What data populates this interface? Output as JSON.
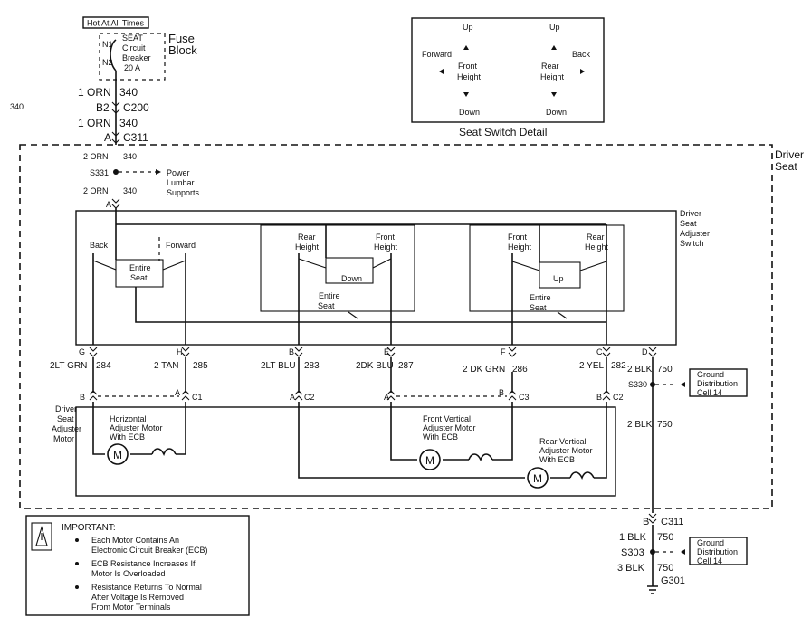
{
  "header": {
    "hot_at_all_times": "Hot At All Times",
    "fuse_block_line1": "Fuse",
    "fuse_block_line2": "Block",
    "breaker_pin1": "N1",
    "breaker_pin2": "N2",
    "breaker_label": [
      "SEAT",
      "Circuit",
      "Breaker",
      "20 A"
    ],
    "side_number": "340"
  },
  "feed_wires": [
    {
      "wire": "1 ORN",
      "circuit": "340"
    },
    {
      "pin": "B2",
      "connector": "C200"
    },
    {
      "wire": "1 ORN",
      "circuit": "340"
    },
    {
      "pin": "A",
      "connector": "C311"
    }
  ],
  "switch_detail": {
    "caption": "Seat Switch Detail",
    "up_left": "Up",
    "up_right": "Up",
    "forward": "Forward",
    "back": "Back",
    "front_height": [
      "Front",
      "Height"
    ],
    "rear_height": [
      "Rear",
      "Height"
    ],
    "down_left": "Down",
    "down_right": "Down"
  },
  "driver_seat": [
    "Driver",
    "Seat"
  ],
  "splice": {
    "top_wire": "2 ORN",
    "top_circuit": "340",
    "splice_id": "S331",
    "branch": [
      "Power",
      "Lumbar",
      "Supports"
    ],
    "bottom_wire": "2 ORN",
    "bottom_circuit": "340",
    "pin": "A"
  },
  "switch": {
    "title": [
      "Driver",
      "Seat",
      "Adjuster",
      "Switch"
    ],
    "back": "Back",
    "forward": "Forward",
    "entire_seat_1": [
      "Entire",
      "Seat"
    ],
    "rear_height_1": [
      "Rear",
      "Height"
    ],
    "front_height_1": [
      "Front",
      "Height"
    ],
    "down": "Down",
    "entire_seat_2": [
      "Entire",
      "Seat"
    ],
    "front_height_2": [
      "Front",
      "Height"
    ],
    "rear_height_2": [
      "Rear",
      "Height"
    ],
    "up": "Up",
    "entire_seat_3": [
      "Entire",
      "Seat"
    ]
  },
  "switch_pins": [
    {
      "pin": "G",
      "wire": "2LT GRN",
      "circuit": "284"
    },
    {
      "pin": "H",
      "wire": "2 TAN",
      "circuit": "285"
    },
    {
      "pin": "B",
      "wire": "2LT BLU",
      "circuit": "283"
    },
    {
      "pin": "E",
      "wire": "2DK BLU",
      "circuit": "287"
    },
    {
      "pin": "F",
      "wire": "2 DK GRN",
      "circuit": "286"
    },
    {
      "pin": "C",
      "wire": "2 YEL",
      "circuit": "282"
    },
    {
      "pin": "D",
      "wire": "2 BLK",
      "circuit": "750"
    }
  ],
  "motor_connectors": {
    "c1_left": "B",
    "c1_right": "A",
    "c1": "C1",
    "c2_left": "A",
    "c2_left_id": "C2",
    "c3_left": "A",
    "c3_right": "B",
    "c3": "C3",
    "c2_right": "B",
    "c2_right_id": "C2"
  },
  "ground": {
    "splice": "S330",
    "box1": [
      "Ground",
      "Distribution",
      "Cell 14"
    ],
    "wire_mid": "2 BLK",
    "circuit_mid": "750",
    "pin": "B",
    "connector": "C311",
    "wire_1blk": "1 BLK",
    "circuit_1blk": "750",
    "splice2": "S303",
    "box2": [
      "Ground",
      "Distribution",
      "Cell 14"
    ],
    "wire_3blk": "3 BLK",
    "circuit_3blk": "750",
    "ground_id": "G301"
  },
  "motors": {
    "adjuster_label": [
      "Driver",
      "Seat",
      "Adjuster",
      "Motor"
    ],
    "horizontal": [
      "Horizontal",
      "Adjuster Motor",
      "With ECB"
    ],
    "front_vertical": [
      "Front Vertical",
      "Adjuster Motor",
      "With ECB"
    ],
    "rear_vertical": [
      "Rear Vertical",
      "Adjuster Motor",
      "With ECB"
    ],
    "motor_symbol": "M"
  },
  "important": {
    "title": "IMPORTANT:",
    "icon": "exclamation-icon",
    "bullets": [
      [
        "Each Motor Contains An",
        "Electronic Circuit Breaker (ECB)"
      ],
      [
        "ECB Resistance Increases If",
        "Motor Is Overloaded"
      ],
      [
        "Resistance Returns To Normal",
        "After Voltage Is Removed",
        "From Motor Terminals"
      ]
    ]
  }
}
